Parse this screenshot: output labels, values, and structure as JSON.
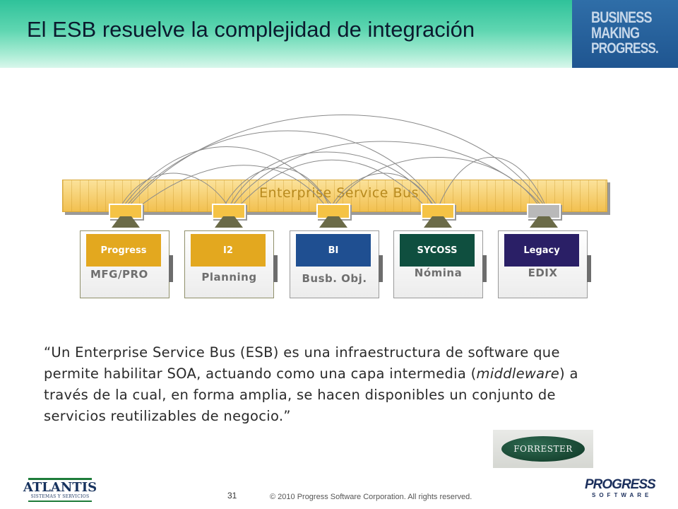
{
  "slide": {
    "title": "El ESB resuelve la complejidad de integración",
    "brand_lines": [
      "BUSINESS",
      "MAKING",
      "PROGRESS."
    ]
  },
  "diagram": {
    "bus_label": "Enterprise Service Bus",
    "modules": [
      {
        "chip": "Progress",
        "label": "MFG/PRO",
        "chip_color": "#e3a81f"
      },
      {
        "chip": "I2",
        "label": "Planning",
        "chip_color": "#e3a81f"
      },
      {
        "chip": "BI",
        "label": "Busb. Obj.",
        "chip_color": "#1f4f91"
      },
      {
        "chip": "SYCOSS",
        "label": "Nómina",
        "chip_color": "#0f4f3f"
      },
      {
        "chip": "Legacy",
        "label": "EDIX",
        "chip_color": "#2a1f66"
      }
    ]
  },
  "quote": {
    "part1": "“Un Enterprise Service Bus (ESB) es una infraestructura de software que permite habilitar SOA, actuando como una capa intermedia (",
    "emphasis": "middleware",
    "part2": ") a través de la cual, en forma amplia, se hacen disponibles un conjunto de servicios reutilizables de negocio.”"
  },
  "footer": {
    "forrester": "FORRESTER",
    "atlantis_name": "ATLANTIS",
    "atlantis_sub": "SISTEMAS Y SERVICIOS",
    "page_number": "31",
    "copyright": "© 2010 Progress Software Corporation. All rights reserved.",
    "progress_logo": "PROGRESS",
    "progress_sub": "SOFTWARE"
  }
}
